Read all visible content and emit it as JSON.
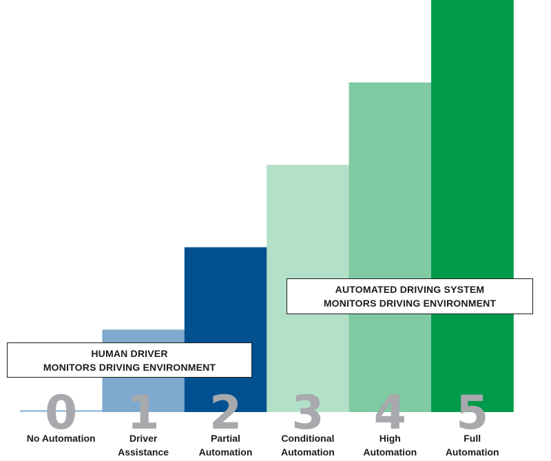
{
  "chart_data": {
    "type": "bar",
    "categories": [
      "No Automation",
      "Driver Assistance",
      "Partial Automation",
      "Conditional Automation",
      "High Automation",
      "Full Automation"
    ],
    "category_lines": [
      [
        "No Automation"
      ],
      [
        "Driver",
        "Assistance"
      ],
      [
        "Partial",
        "Automation"
      ],
      [
        "Conditional",
        "Automation"
      ],
      [
        "High",
        "Automation"
      ],
      [
        "Full",
        "Automation"
      ]
    ],
    "levels": [
      "0",
      "1",
      "2",
      "3",
      "4",
      "5"
    ],
    "values": [
      0,
      1,
      2,
      3,
      4,
      5
    ],
    "colors": [
      "#a9c6e0",
      "#7fa9cf",
      "#02508f",
      "#b2e0c8",
      "#7fcaa2",
      "#009a4a"
    ],
    "ylim": [
      0,
      5
    ],
    "title": "",
    "xlabel": "",
    "ylabel": "",
    "grid": false,
    "legend": "none"
  },
  "annotations": {
    "human": {
      "line1": "HUMAN DRIVER",
      "line2": "MONITORS DRIVING ENVIRONMENT"
    },
    "auto": {
      "line1": "AUTOMATED DRIVING SYSTEM",
      "line2": "MONITORS DRIVING ENVIRONMENT"
    }
  }
}
